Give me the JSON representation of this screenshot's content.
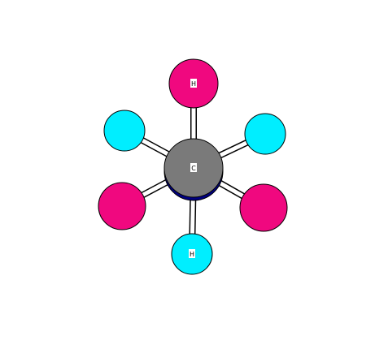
{
  "molecule": {
    "colors": {
      "carbon": "#7a7a7a",
      "carbon_shadow": "#000080",
      "hydrogen_magenta": "#f0087f",
      "hydrogen_cyan": "#00eeff",
      "bond_fill": "#ffffff",
      "bond_outline": "#000000",
      "atom_outline": "#000000"
    },
    "atoms": [
      {
        "id": "c-center",
        "label": "C",
        "element": "carbon"
      },
      {
        "id": "h-top",
        "label": "H",
        "element": "hydrogen_magenta"
      },
      {
        "id": "h-bottom",
        "label": "H",
        "element": "hydrogen_cyan"
      },
      {
        "id": "h-upper-left",
        "label": "",
        "element": "hydrogen_cyan"
      },
      {
        "id": "h-upper-right",
        "label": "",
        "element": "hydrogen_cyan"
      },
      {
        "id": "h-lower-left",
        "label": "",
        "element": "hydrogen_magenta"
      },
      {
        "id": "h-lower-right",
        "label": "",
        "element": "hydrogen_magenta"
      }
    ]
  }
}
